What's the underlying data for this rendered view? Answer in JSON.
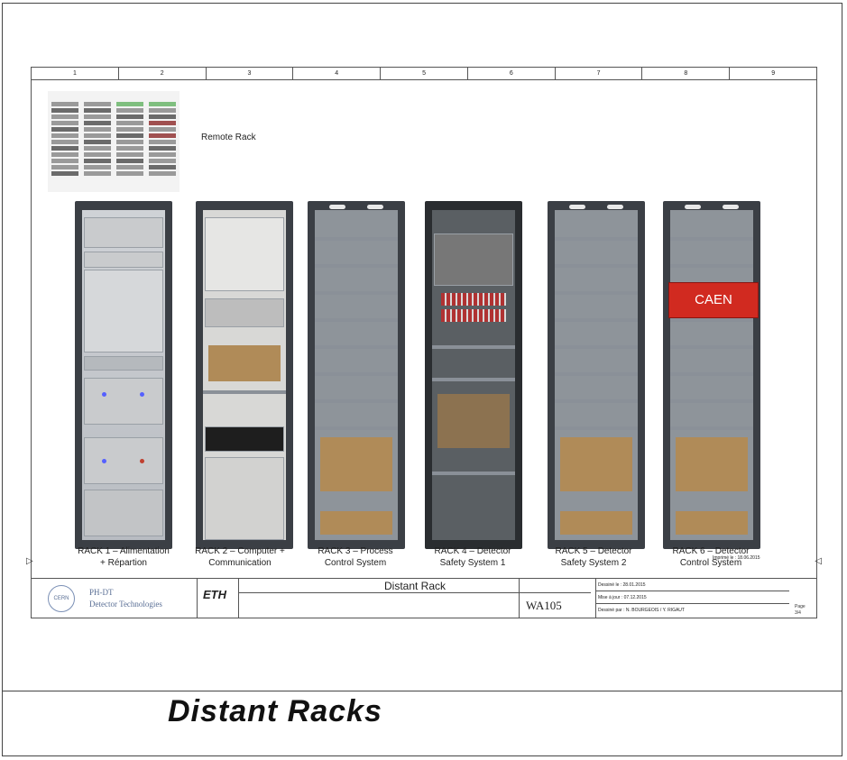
{
  "caption": "Distant Racks",
  "sheet": {
    "zones": [
      "1",
      "2",
      "3",
      "4",
      "5",
      "6",
      "7",
      "8",
      "9"
    ],
    "remote_label": "Remote Rack",
    "racks": [
      {
        "label_line1": "RACK 1 – Alimentation",
        "label_line2": "+ Répartion"
      },
      {
        "label_line1": "RACK 2 – Computer +",
        "label_line2": "Communication"
      },
      {
        "label_line1": "RACK 3 – Process",
        "label_line2": "Control System"
      },
      {
        "label_line1": "RACK 4 – Detector",
        "label_line2": "Safety System 1"
      },
      {
        "label_line1": "RACK 5 – Detector",
        "label_line2": "Safety System 2"
      },
      {
        "label_line1": "RACK 6 – Detector",
        "label_line2": "Control System"
      }
    ],
    "caen_label": "CAEN"
  },
  "titleblock": {
    "org_line1": "PH-DT",
    "org_line2": "Detector Technologies",
    "eth": "ETH",
    "title": "Distant Rack",
    "logo": "WA105",
    "drawn_date": "Dessiné le : 28.01.2015",
    "updated_date": "Mise à jour : 07.12.2015",
    "drawn_by": "Dessiné par : N. BOURGEOIS / Y. RIGAUT",
    "page_label": "Page",
    "page_value": "3/4",
    "printed": "Imprimé le : 18.06.2015"
  },
  "colors": {
    "caen_red": "#d12a20",
    "frame": "#444444"
  }
}
